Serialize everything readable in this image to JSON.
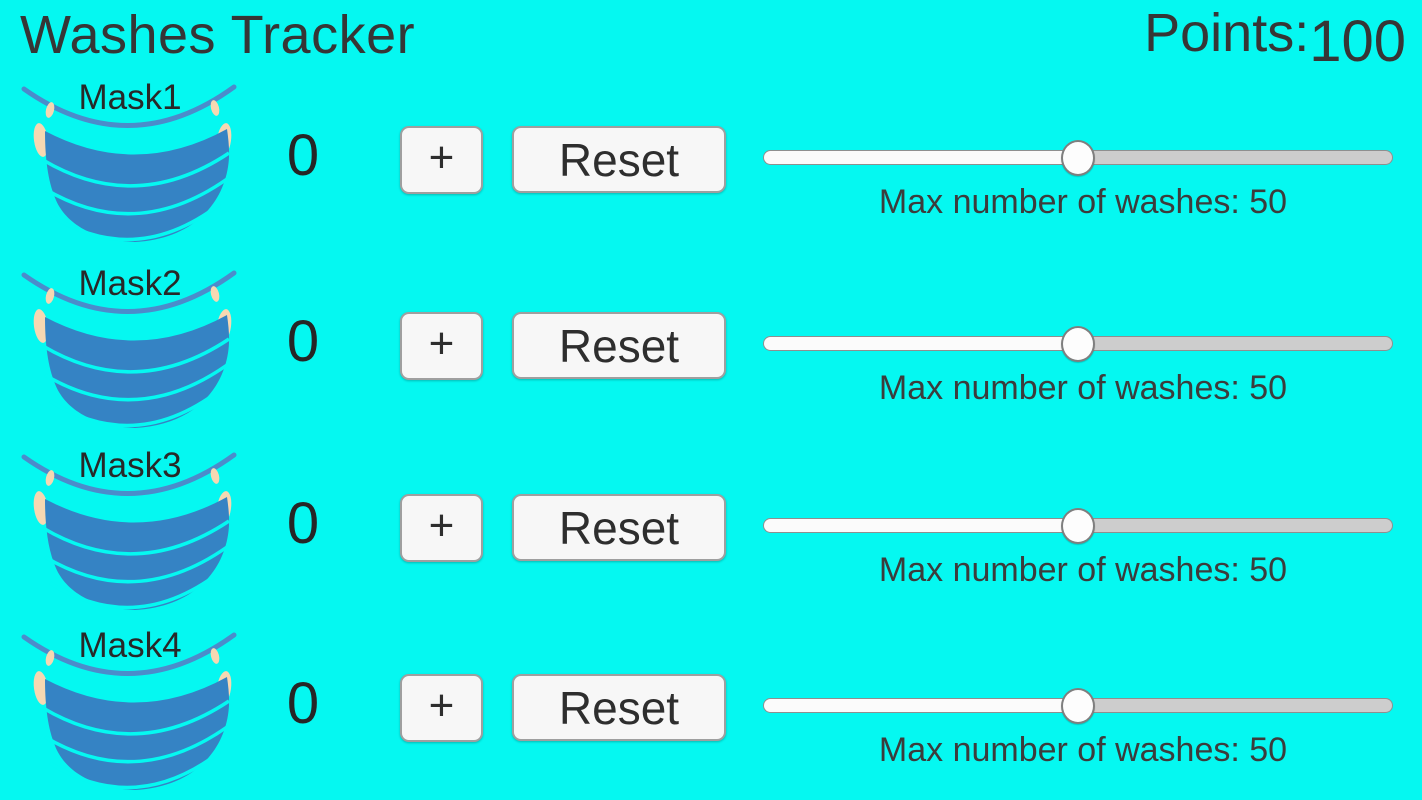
{
  "app": {
    "title": "Washes Tracker",
    "points_label": "Points:",
    "points_value": "100"
  },
  "colors": {
    "bg": "#05f8f1",
    "mask-blue": "#3583c4",
    "strap-blue": "#4b8ccb",
    "ear-peach": "#f6d8b2",
    "text-dark": "#363636",
    "btn-bg": "#f7f7f7",
    "btn-border": "#9f9f9f",
    "track-left": "#fbfbfb",
    "track-right": "#cdcdcd",
    "track-border": "#8f8f8f",
    "thumb-fill": "#fdfdfd"
  },
  "rows": [
    {
      "name": "Mask1",
      "count": "0",
      "plus_label": "+",
      "reset_label": "Reset",
      "max_label": "Max number of washes: 50",
      "slider_percent": 50
    },
    {
      "name": "Mask2",
      "count": "0",
      "plus_label": "+",
      "reset_label": "Reset",
      "max_label": "Max number of washes: 50",
      "slider_percent": 50
    },
    {
      "name": "Mask3",
      "count": "0",
      "plus_label": "+",
      "reset_label": "Reset",
      "max_label": "Max number of washes: 50",
      "slider_percent": 50
    },
    {
      "name": "Mask4",
      "count": "0",
      "plus_label": "+",
      "reset_label": "Reset",
      "max_label": "Max number of washes: 50",
      "slider_percent": 50
    }
  ]
}
